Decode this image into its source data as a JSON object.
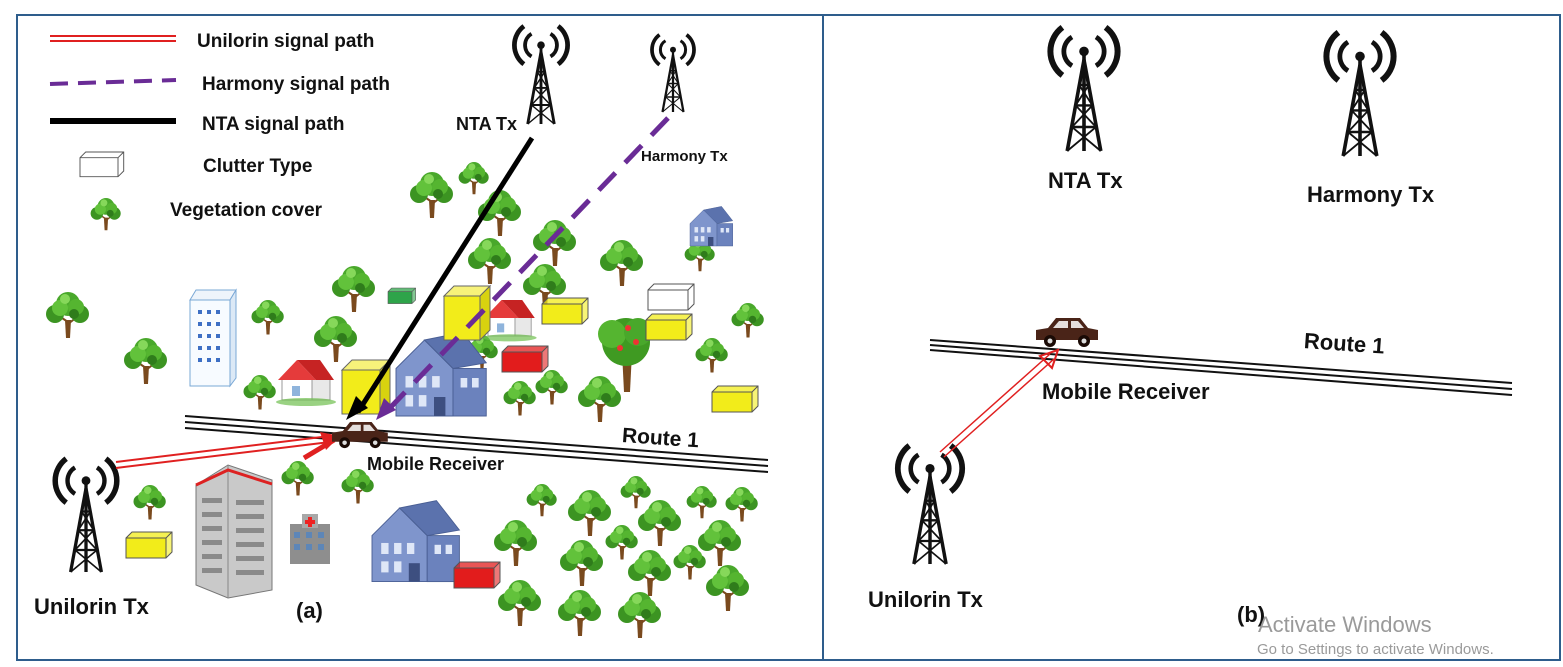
{
  "legend": {
    "unilorin": "Unilorin signal path",
    "harmony": "Harmony signal path",
    "nta": "NTA signal path",
    "clutter": "Clutter Type",
    "vegetation": "Vegetation cover"
  },
  "panel_a": {
    "nta_tx": "NTA Tx",
    "harmony_tx": "Harmony Tx",
    "unilorin_tx": "Unilorin Tx",
    "route": "Route 1",
    "receiver": "Mobile Receiver",
    "caption": "(a)"
  },
  "panel_b": {
    "nta_tx": "NTA Tx",
    "harmony_tx": "Harmony Tx",
    "unilorin_tx": "Unilorin Tx",
    "route": "Route 1",
    "receiver": "Mobile Receiver",
    "caption": "(b)"
  },
  "watermark": {
    "line1": "Activate Windows",
    "line2": "Go to Settings to activate Windows."
  },
  "colors": {
    "frame": "#2e5d8c",
    "unilorin_path": "#e02020",
    "harmony_path": "#6a2c96",
    "nta_path": "#000000",
    "tree_leaves": "#3f9a22",
    "clutter_yellow": "#f2ec1a",
    "clutter_red": "#e21c1c",
    "house_blue": "#6f86c2",
    "car": "#4a2418"
  }
}
